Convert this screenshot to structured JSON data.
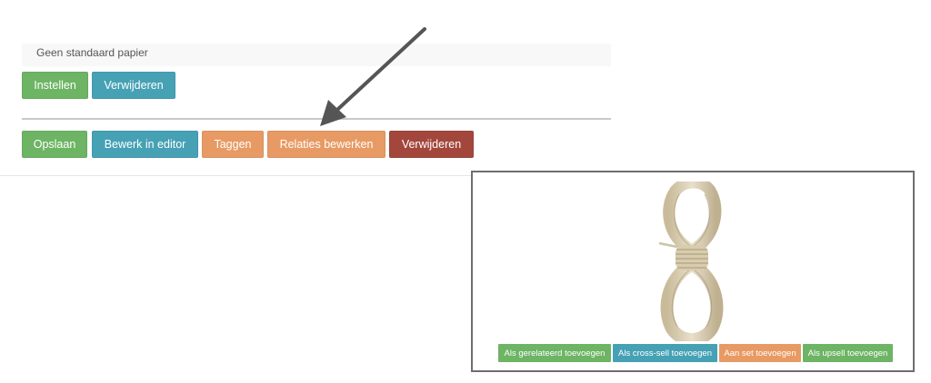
{
  "paper_setting": {
    "value": "Geen standaard papier",
    "buttons": {
      "set_label": "Instellen",
      "remove_label": "Verwijderen"
    }
  },
  "toolbar": {
    "save_label": "Opslaan",
    "edit_in_editor_label": "Bewerk in editor",
    "tag_label": "Taggen",
    "edit_relations_label": "Relaties bewerken",
    "delete_label": "Verwijderen"
  },
  "related_product_card": {
    "image": "rope-product-image",
    "buttons": {
      "add_related_label": "Als gerelateerd toevoegen",
      "add_crosssell_label": "Als cross-sell toevoegen",
      "add_to_set_label": "Aan set toevoegen",
      "add_upsell_label": "Als upsell toevoegen"
    }
  },
  "annotation": {
    "arrow_target": "Relaties bewerken"
  },
  "colors": {
    "green": "#6db465",
    "teal": "#46a1b5",
    "orange": "#e89a64",
    "red": "#a3473c",
    "arrow": "#555555"
  }
}
